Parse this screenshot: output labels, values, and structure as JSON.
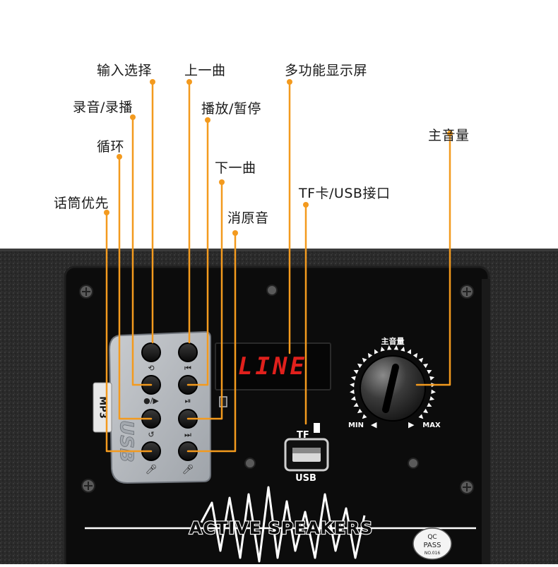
{
  "labels": {
    "input_select": "输入选择",
    "prev_track": "上一曲",
    "multi_display": "多功能显示屏",
    "record_playback": "录音/录播",
    "play_pause": "播放/暂停",
    "master_volume": "主音量",
    "loop": "循环",
    "next_track": "下一曲",
    "mic_priority": "话筒优先",
    "tf_usb_port": "TF卡/USB接口",
    "vocal_cancel": "消原音"
  },
  "panel": {
    "display_text": "LINE",
    "mp3_tab": "MP3",
    "usb_brand": "USB",
    "knob_title": "主音量",
    "knob_min": "MIN",
    "knob_max": "MAX",
    "tf_label": "TF",
    "usb_label": "USB",
    "brand": "ACTIVE SPEAKERS",
    "qc_line1": "QC",
    "qc_line2": "PASS",
    "qc_line3": "NO.016"
  },
  "colors": {
    "callout": "#f39a1e",
    "cabinet": "#2b2b2b",
    "panel": "#0d0d0d",
    "display_text": "#e0201c"
  },
  "icons": [
    "loop-icon",
    "record-play-icon",
    "mode-icon",
    "mic-icon",
    "prev-icon",
    "play-pause-icon",
    "next-icon",
    "next-icon"
  ]
}
